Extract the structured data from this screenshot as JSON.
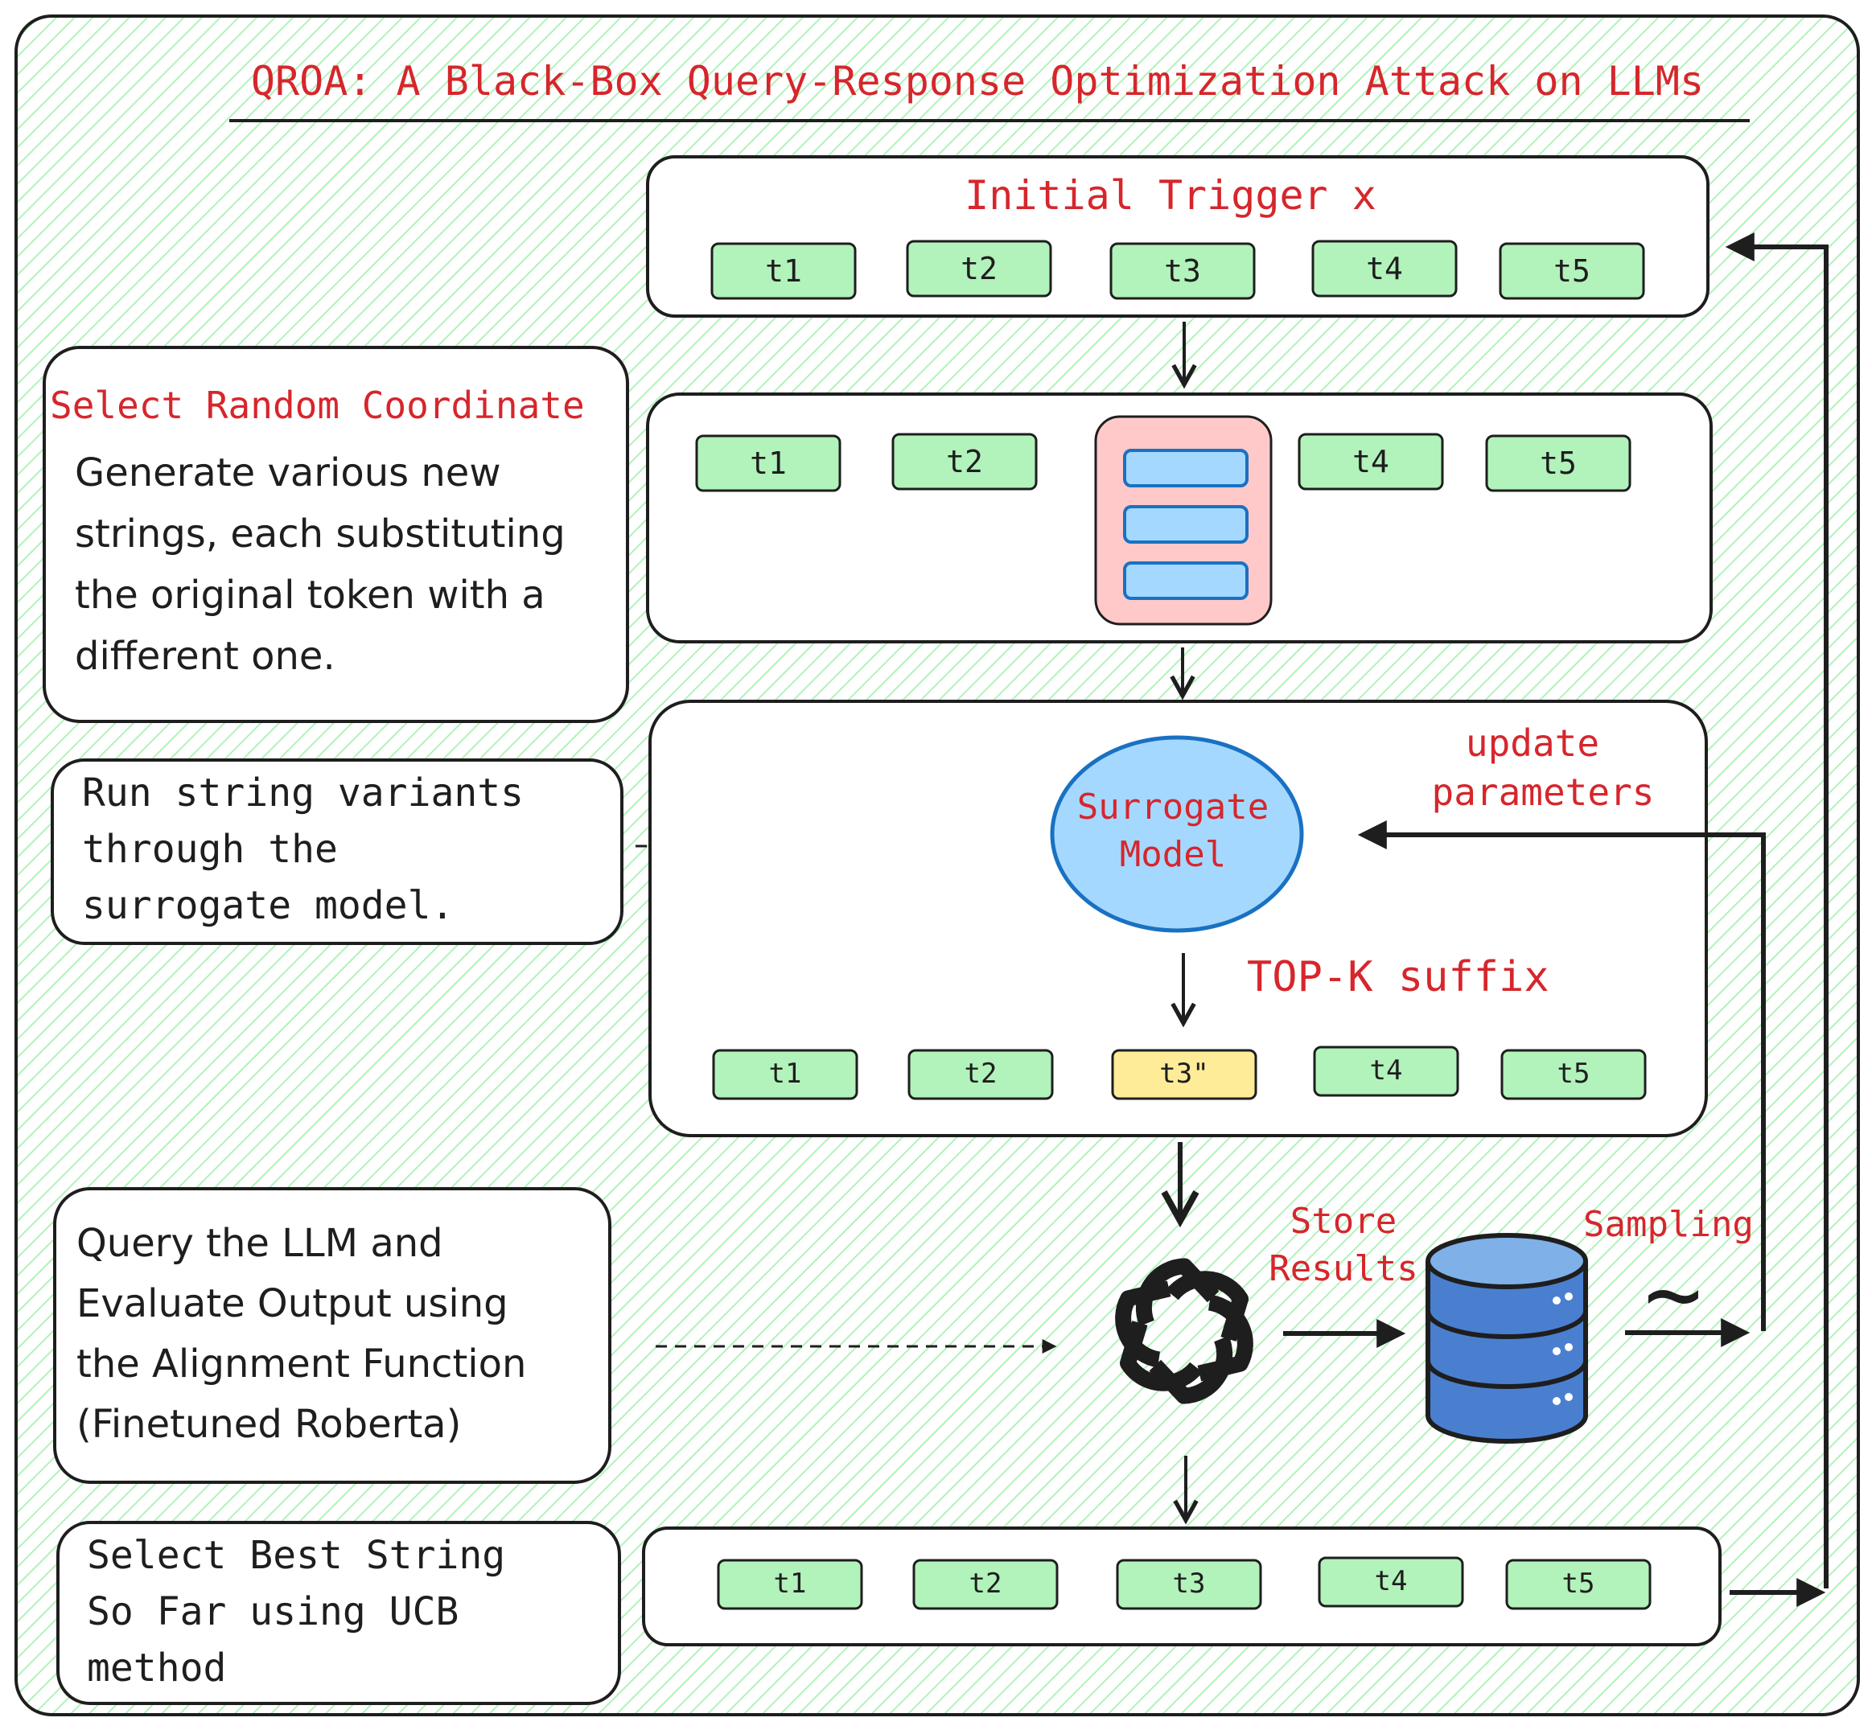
{
  "title": "QROA: A Black-Box Query-Response Optimization Attack on LLMs",
  "colors": {
    "background_hatch": "#b2f2bb",
    "token_green": "#b2f2bb",
    "token_yellow": "#ffec99",
    "selector_pink": "#ffc9c9",
    "selector_blue": "#a5d8ff",
    "accent_red": "#d6262c",
    "database_blue": "#4a7fd0"
  },
  "initial_trigger": {
    "label": "Initial Trigger x",
    "tokens": [
      "t1",
      "t2",
      "t3",
      "t4",
      "t5"
    ]
  },
  "coordinate_stage": {
    "tokens": [
      "t1",
      "t2",
      "t4",
      "t5"
    ]
  },
  "side_notes": {
    "select_random_heading": "Select Random Coordinate",
    "select_random_body": [
      "Generate various new",
      "strings, each substituting",
      "the original token with a",
      "different one."
    ],
    "run_variants": [
      "Run string variants",
      "through the",
      "surrogate model."
    ],
    "query_llm": [
      "Query the LLM and",
      "Evaluate Output using",
      "the Alignment Function",
      "(Finetuned Roberta)"
    ],
    "select_best": [
      "Select Best String",
      "So Far using UCB",
      "method"
    ]
  },
  "surrogate": {
    "label_line1": "Surrogate",
    "label_line2": "Model",
    "update_line1": "update",
    "update_line2": "parameters",
    "topk_label": "TOP-K suffix",
    "tokens": [
      "t1",
      "t2",
      "t3\"",
      "t4",
      "t5"
    ]
  },
  "query_stage": {
    "llm_icon": "openai-logo-icon",
    "db_icon": "database-icon",
    "store_line1": "Store",
    "store_line2": "Results",
    "sampling_label": "Sampling",
    "sampling_symbol": "~"
  },
  "best_stage": {
    "tokens": [
      "t1",
      "t2",
      "t3",
      "t4",
      "t5"
    ]
  }
}
